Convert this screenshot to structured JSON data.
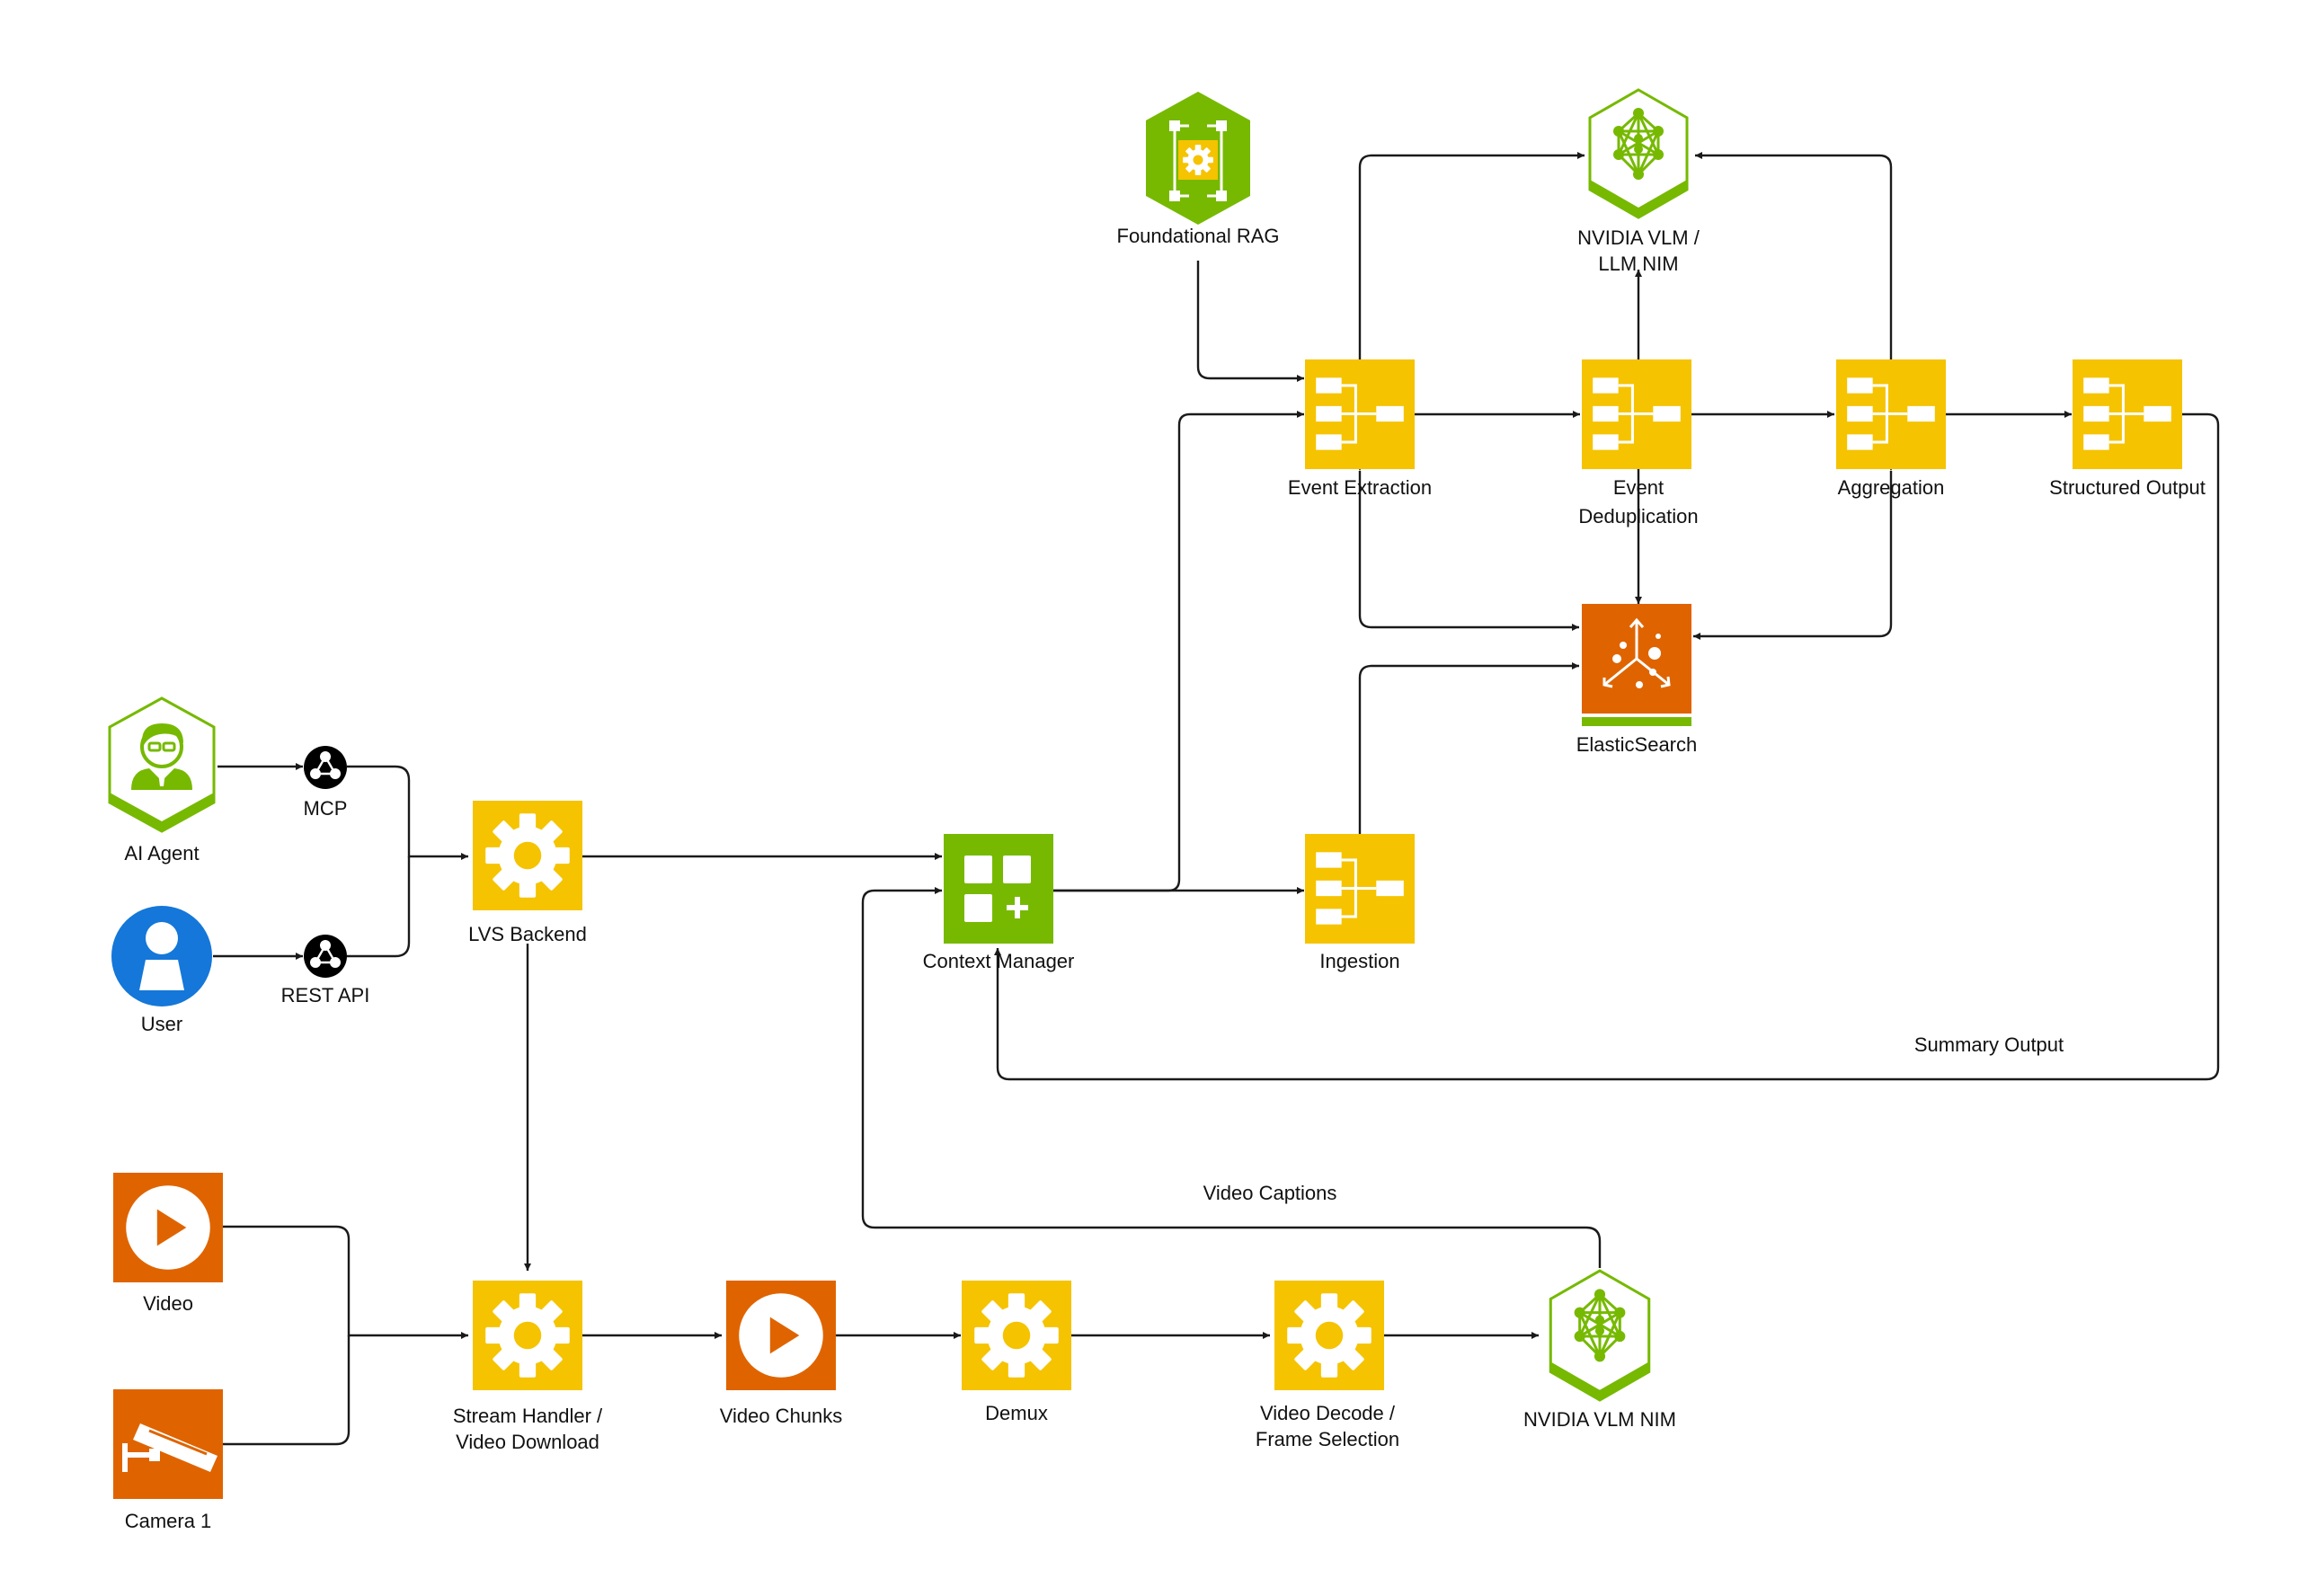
{
  "colors": {
    "yellow": "#F5C300",
    "orange": "#DF6400",
    "green": "#76B900",
    "blue": "#1477D9",
    "black": "#000000",
    "line": "#1a1a1a"
  },
  "nodes": {
    "ai_agent": {
      "label": "AI Agent",
      "icon": "agent-icon"
    },
    "user": {
      "label": "User",
      "icon": "user-icon"
    },
    "mcp": {
      "label": "MCP",
      "icon": "hub-icon"
    },
    "rest_api": {
      "label": "REST API",
      "icon": "hub-icon"
    },
    "lvs_backend": {
      "label": "LVS Backend",
      "icon": "gear-icon"
    },
    "context_manager": {
      "label": "Context Manager",
      "icon": "grid-plus-icon"
    },
    "foundational_rag": {
      "label": "Foundational RAG",
      "icon": "rag-gear-icon"
    },
    "vlm_llm_nim": {
      "label_line1": "NVIDIA VLM /",
      "label_line2": "LLM NIM",
      "icon": "neural-network-icon"
    },
    "event_extraction": {
      "label": "Event Extraction",
      "icon": "flow-icon"
    },
    "event_deduplication": {
      "label_line1": "Event",
      "label_line2": "Deduplication",
      "icon": "flow-icon"
    },
    "aggregation": {
      "label": "Aggregation",
      "icon": "flow-icon"
    },
    "structured_output": {
      "label": "Structured Output",
      "icon": "flow-icon"
    },
    "elasticsearch": {
      "label": "ElasticSearch",
      "icon": "elasticsearch-icon"
    },
    "ingestion": {
      "label": "Ingestion",
      "icon": "flow-icon"
    },
    "video": {
      "label": "Video",
      "icon": "play-icon"
    },
    "camera": {
      "label": "Camera 1",
      "icon": "camera-icon"
    },
    "stream_handler": {
      "label_line1": "Stream Handler /",
      "label_line2": "Video Download",
      "icon": "gear-icon"
    },
    "video_chunks": {
      "label": "Video Chunks",
      "icon": "play-icon"
    },
    "demux": {
      "label": "Demux",
      "icon": "gear-icon"
    },
    "video_decode": {
      "label_line1": "Video Decode /",
      "label_line2": "Frame Selection",
      "icon": "gear-icon"
    },
    "vlm_nim": {
      "label": "NVIDIA VLM NIM",
      "icon": "neural-network-icon"
    }
  },
  "edge_labels": {
    "summary_output": "Summary Output",
    "video_captions": "Video Captions"
  }
}
